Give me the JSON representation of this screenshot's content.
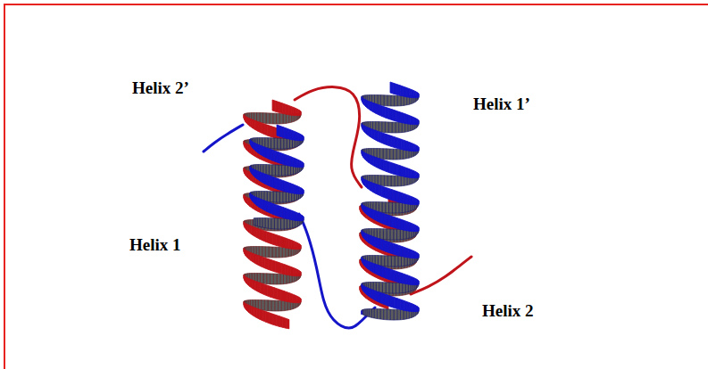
{
  "diagram": {
    "labels": [
      "Helix 2’",
      "Helix 1’",
      "Helix 1",
      "Helix 2"
    ]
  }
}
